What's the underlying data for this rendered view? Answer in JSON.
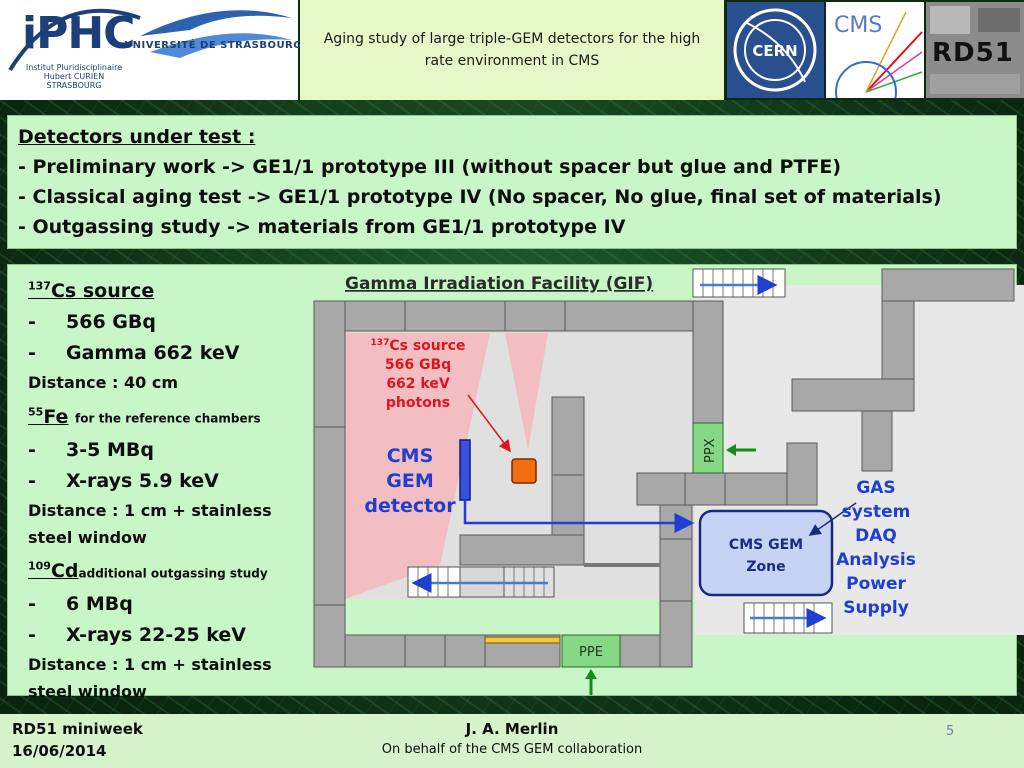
{
  "header": {
    "title": "Aging study of large triple-GEM detectors for the high rate environment in CMS",
    "iphc_logo_text": "iPHC",
    "iphc_logo_sub": "Institut Pluridisciplinaire Hubert CURIEN STRASBOURG",
    "univ_text": "UNIVERSITÉ DE STRASBOURG",
    "cern_logo_text": "CERN",
    "cms_logo_text": "CMS",
    "rd51_logo_text": "RD51"
  },
  "detectors": {
    "heading": "Detectors under test :",
    "lines": [
      "- Preliminary work -> GE1/1 prototype III (without spacer but glue and PTFE)",
      "- Classical aging test -> GE1/1 prototype IV (No spacer, No glue, final set of materials)",
      "- Outgassing study -> materials from GE1/1 prototype IV"
    ]
  },
  "sources": {
    "cs": {
      "mass": "137",
      "name": "Cs source",
      "activity": "566 GBq",
      "energy": "Gamma 662 keV",
      "distance": "Distance : 40 cm"
    },
    "fe": {
      "mass": "55",
      "name": "Fe",
      "note": "for the reference chambers",
      "activity": "3-5 MBq",
      "energy": "X-rays 5.9 keV",
      "distance_1": "Distance : 1 cm + stainless",
      "distance_2": "steel window"
    },
    "cd": {
      "mass": "109",
      "name": "Cd",
      "note": "additional outgassing study",
      "activity": "6 MBq",
      "energy": "X-rays 22-25 keV",
      "distance_1": "Distance : 1 cm + stainless",
      "distance_2": "steel window"
    }
  },
  "diagram": {
    "title": "Gamma Irradiation Facility (GIF)",
    "source_mass": "137",
    "source_label": "Cs source",
    "source_activity": "566 GBq",
    "source_energy": "662 keV",
    "source_photons": "photons",
    "cms_label_1": "CMS",
    "cms_label_2": "GEM",
    "cms_label_3": "detector",
    "zone_label_1": "CMS GEM",
    "zone_label_2": "Zone",
    "ppx_label": "PPX",
    "ppe_label": "PPE",
    "gas_lines": [
      "GAS",
      "system",
      "DAQ",
      "Analysis",
      "Power",
      "Supply"
    ],
    "colors": {
      "source": "#f26c10",
      "red_text": "#e0141c",
      "blue_text": "#1f3fd0",
      "zone_fill": "#c6d3f5",
      "ppx_fill": "#86d886",
      "wall": "#a8a8a8",
      "cone": "#f4b7bc"
    }
  },
  "footer": {
    "workshop": "RD51 miniweek",
    "date": "16/06/2014",
    "author": "J. A. Merlin",
    "affiliation": "On behalf of the CMS GEM collaboration",
    "page": "5"
  }
}
